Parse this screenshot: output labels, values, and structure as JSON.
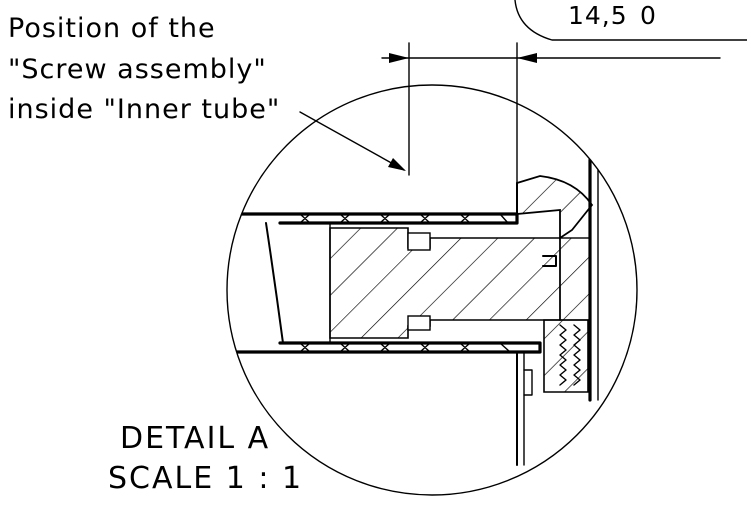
{
  "title": "",
  "callout": {
    "line1": "Position of the",
    "line2": "\"Screw assembly\"",
    "line3": "inside \"Inner tube\""
  },
  "dimension": {
    "value": "14,5",
    "tolerance": "0"
  },
  "detail": {
    "name": "DETAIL A",
    "scale": "SCALE 1 : 1"
  }
}
